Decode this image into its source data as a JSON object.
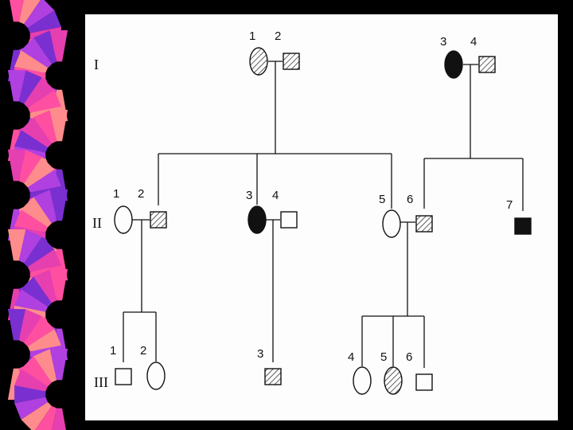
{
  "generations": [
    {
      "id": "g1",
      "label": "I"
    },
    {
      "id": "g2",
      "label": "II"
    },
    {
      "id": "g3",
      "label": "III"
    }
  ],
  "individuals": [
    {
      "id": "I-1",
      "number": "1",
      "sex": "female",
      "status": "hatched"
    },
    {
      "id": "I-2",
      "number": "2",
      "sex": "male",
      "status": "hatched"
    },
    {
      "id": "I-3",
      "number": "3",
      "sex": "female",
      "status": "affected"
    },
    {
      "id": "I-4",
      "number": "4",
      "sex": "male",
      "status": "hatched"
    },
    {
      "id": "II-1",
      "number": "1",
      "sex": "female",
      "status": "unaffected"
    },
    {
      "id": "II-2",
      "number": "2",
      "sex": "male",
      "status": "hatched"
    },
    {
      "id": "II-3",
      "number": "3",
      "sex": "female",
      "status": "affected"
    },
    {
      "id": "II-4",
      "number": "4",
      "sex": "male",
      "status": "unaffected"
    },
    {
      "id": "II-5",
      "number": "5",
      "sex": "female",
      "status": "unaffected"
    },
    {
      "id": "II-6",
      "number": "6",
      "sex": "male",
      "status": "hatched"
    },
    {
      "id": "II-7",
      "number": "7",
      "sex": "male",
      "status": "affected"
    },
    {
      "id": "III-1",
      "number": "1",
      "sex": "male",
      "status": "unaffected"
    },
    {
      "id": "III-2",
      "number": "2",
      "sex": "female",
      "status": "unaffected"
    },
    {
      "id": "III-3",
      "number": "3",
      "sex": "male",
      "status": "hatched"
    },
    {
      "id": "III-4",
      "number": "4",
      "sex": "female",
      "status": "unaffected"
    },
    {
      "id": "III-5",
      "number": "5",
      "sex": "female",
      "status": "hatched"
    },
    {
      "id": "III-6",
      "number": "6",
      "sex": "male",
      "status": "unaffected"
    }
  ],
  "colors": {
    "background": "#000000",
    "sheet": "#fdfdfd",
    "ribbon": [
      "#ff4fa0",
      "#ff8c8c",
      "#b040e0",
      "#7a2fd0",
      "#e63fb0"
    ]
  }
}
